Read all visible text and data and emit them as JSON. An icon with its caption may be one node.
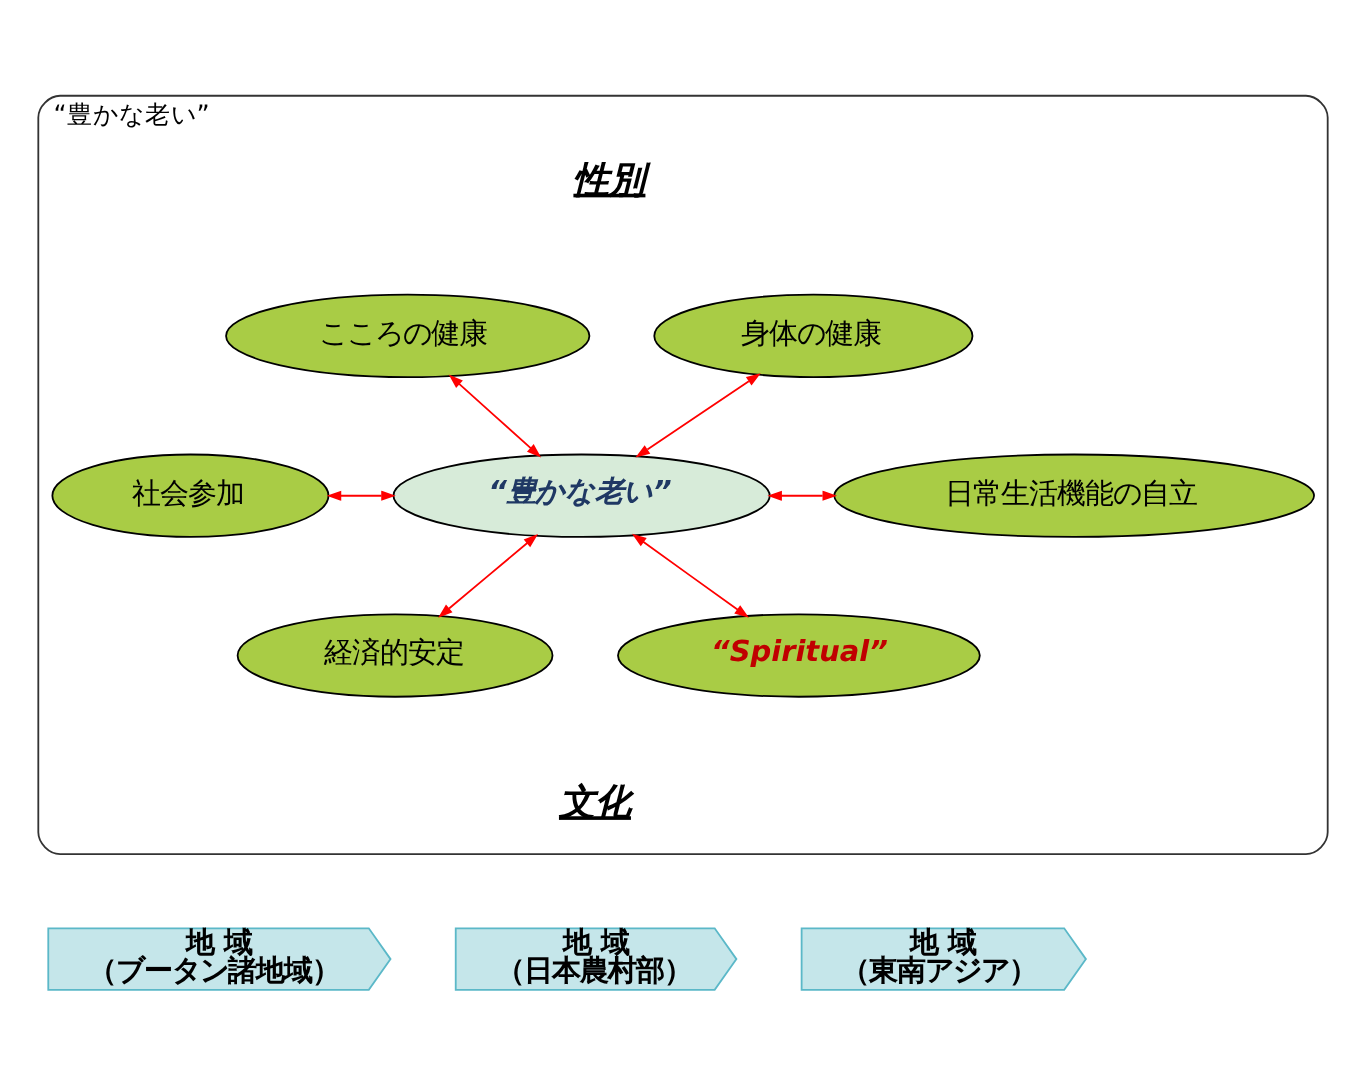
{
  "diagram": {
    "nodes": [
      {
        "text": [
          "“豊かな老い”"
        ]
      },
      {
        "text": [
          "こころの健康"
        ],
        "in": 0
      },
      {
        "text": [
          "身体の健康"
        ],
        "in": 0
      },
      {
        "text": [
          "社会参加"
        ],
        "in": 0
      },
      {
        "text": [
          "“豊かな老い”"
        ],
        "in": 0
      },
      {
        "text": [
          "日常生活機能の自立"
        ],
        "in": 0
      },
      {
        "text": [
          "経済的安定"
        ],
        "in": 0
      },
      {
        "text": [
          "“Spiritual”"
        ],
        "in": 0
      },
      {
        "text": [
          "地 域",
          "（ブータン諸地域）"
        ]
      },
      {
        "text": [
          "地 域",
          "（日本農村部）"
        ]
      },
      {
        "text": [
          "地 域",
          "（東南アジア）"
        ]
      }
    ],
    "edges": [
      {
        "from": 1,
        "to": 4,
        "arrow": "both",
        "color": "#ff0000"
      },
      {
        "from": 2,
        "to": 4,
        "arrow": "both",
        "color": "#ff0000"
      },
      {
        "from": 3,
        "to": 4,
        "arrow": "both",
        "color": "#ff0000"
      },
      {
        "from": 4,
        "to": 5,
        "arrow": "both",
        "color": "#ff0000"
      },
      {
        "from": 4,
        "to": 6,
        "arrow": "both",
        "color": "#ff0000"
      },
      {
        "from": 4,
        "to": 7,
        "arrow": "both",
        "color": "#ff0000"
      }
    ],
    "labels": [
      "性別",
      "文化"
    ]
  }
}
